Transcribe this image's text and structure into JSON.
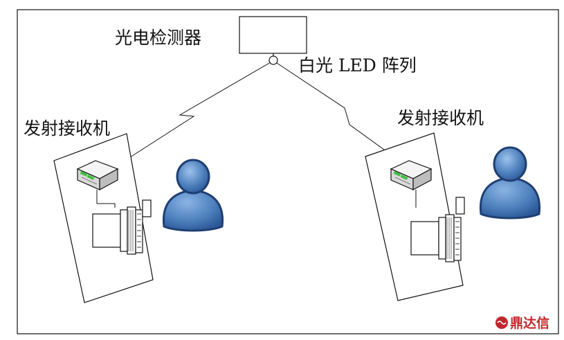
{
  "labels": {
    "detector": "光电检测器",
    "led_array": "白光 LED 阵列",
    "transceiver_left": "发射接收机",
    "transceiver_right": "发射接收机"
  },
  "logo": {
    "text": "鼎达信"
  },
  "colors": {
    "person_fill": "#4f81bd",
    "person_stroke": "#1f3f73",
    "device_body": "#e6e6e6",
    "device_led": "#3fbf3f",
    "logo": "#c0282e"
  }
}
